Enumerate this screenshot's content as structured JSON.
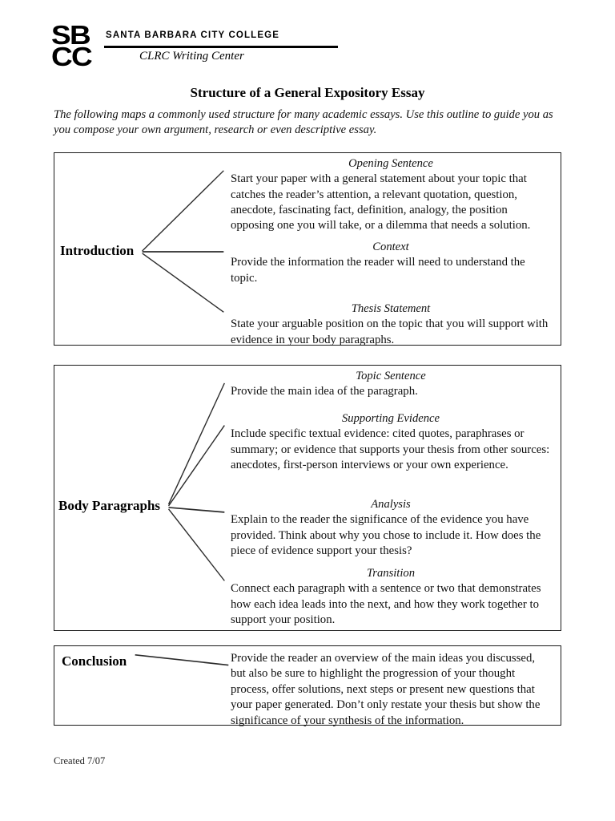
{
  "header": {
    "logo_letters_top": "SB",
    "logo_letters_bottom": "CC",
    "college_name": "SANTA BARBARA CITY COLLEGE",
    "department": "CLRC Writing Center"
  },
  "document": {
    "title": "Structure of a General Expository Essay",
    "intro": "The following maps a commonly used structure for many academic essays. Use this outline to guide you as you compose your own argument, research or even descriptive essay.",
    "footer": "Created 7/07"
  },
  "sections": [
    {
      "id": "introduction",
      "label": "Introduction",
      "parts": [
        {
          "id": "opening",
          "title": "Opening Sentence",
          "body": "Start your paper with a general statement about your topic that catches the reader’s attention, a relevant quotation, question, anecdote, fascinating fact, definition, analogy, the position opposing one you will take, or a dilemma that needs a solution."
        },
        {
          "id": "context",
          "title": "Context",
          "body": "Provide the information the reader will need to understand the topic."
        },
        {
          "id": "thesis",
          "title": "Thesis Statement",
          "body": "State your arguable position on the topic that you will support with evidence in your body paragraphs."
        }
      ]
    },
    {
      "id": "body",
      "label": "Body Paragraphs",
      "parts": [
        {
          "id": "topic",
          "title": "Topic Sentence",
          "body": "Provide the main idea of the paragraph."
        },
        {
          "id": "evidence",
          "title": "Supporting Evidence",
          "body": "Include specific textual evidence: cited quotes, paraphrases or summary; or evidence that supports your thesis from other sources: anecdotes, first-person interviews or your own experience."
        },
        {
          "id": "analysis",
          "title": "Analysis",
          "body": "Explain to the reader the significance of the evidence you have provided. Think about why you chose to include it. How does the piece of evidence support your thesis?"
        },
        {
          "id": "transition",
          "title": "Transition",
          "body": "Connect each paragraph with a sentence or two that demonstrates how each idea leads into the next, and how they work together to support your position."
        }
      ]
    },
    {
      "id": "conclusion",
      "label": "Conclusion",
      "parts": [
        {
          "id": "conclusion-text",
          "title": "",
          "body": "Provide the reader an overview of the main ideas you discussed, but also be sure to highlight the progression of your thought process, offer solutions, next steps or present new questions that your paper generated. Don’t only restate your thesis but show the significance of  your synthesis of the information."
        }
      ]
    }
  ],
  "colors": {
    "ink": "#111111",
    "rule": "#1a1a1a",
    "page": "#ffffff"
  }
}
